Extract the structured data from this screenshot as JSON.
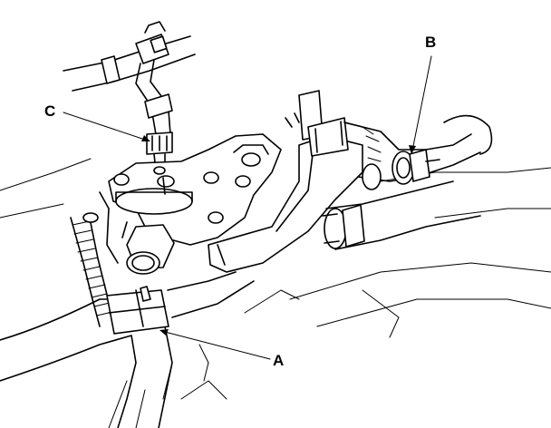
{
  "callouts": {
    "a": {
      "label": "A"
    },
    "b": {
      "label": "B"
    },
    "c": {
      "label": "C"
    }
  },
  "colors": {
    "line": "#000000",
    "background": "#ffffff"
  }
}
